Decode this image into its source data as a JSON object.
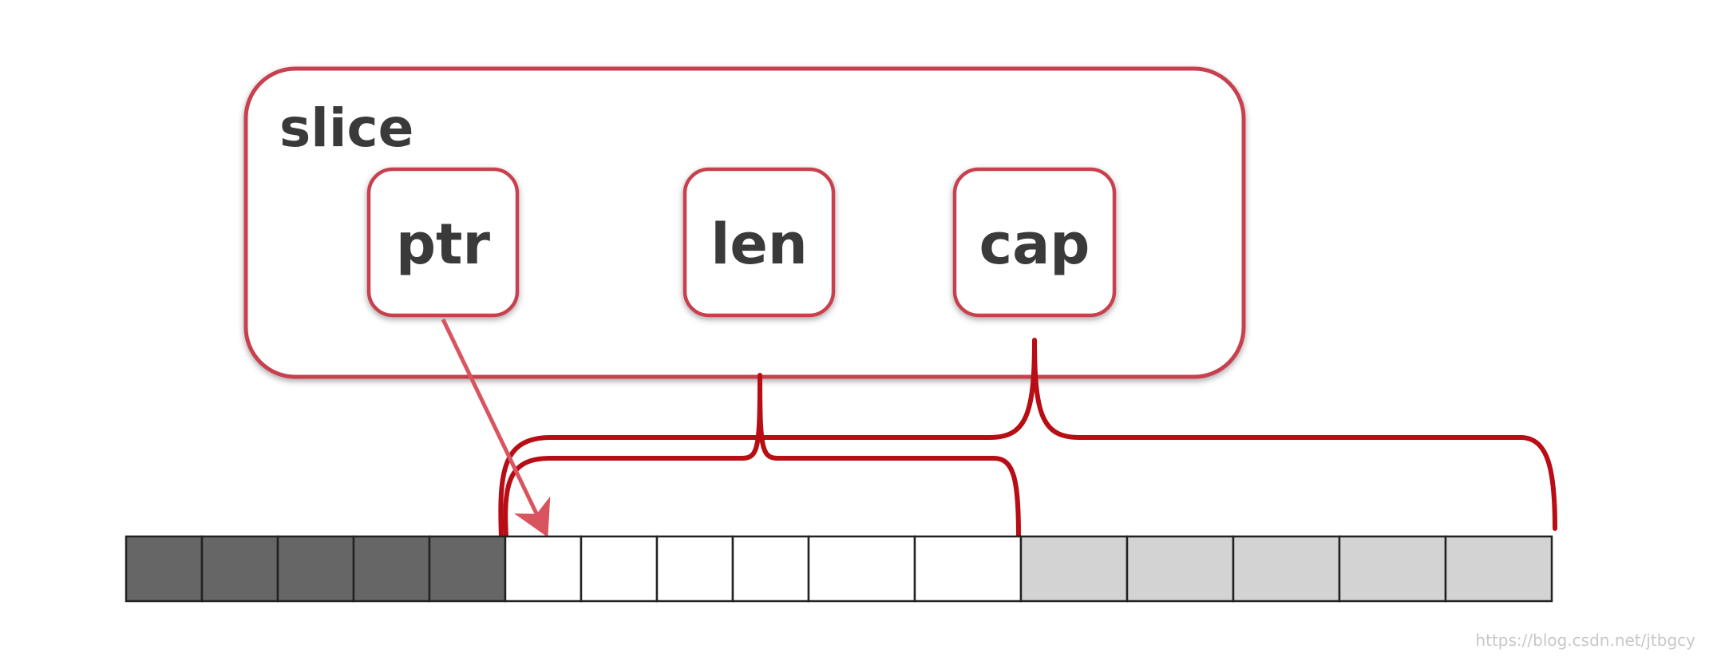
{
  "slice": {
    "title": "slice",
    "fields": [
      {
        "key": "ptr",
        "label": "ptr"
      },
      {
        "key": "len",
        "label": "len"
      },
      {
        "key": "cap",
        "label": "cap"
      }
    ]
  },
  "array": {
    "cell_states": [
      "before",
      "before",
      "before",
      "before",
      "before",
      "len",
      "len",
      "len",
      "len",
      "len",
      "len",
      "cap",
      "cap",
      "cap",
      "cap",
      "cap"
    ]
  },
  "colors": {
    "slice_border": "#c8414d",
    "bracket": "#b80d14",
    "arrow": "#d9545e",
    "text": "#3a3a3a",
    "cell_before": "#666666",
    "cell_len": "#ffffff",
    "cell_cap": "#d3d3d3",
    "cell_border": "#222222"
  },
  "watermark": "https://blog.csdn.net/jtbgcy"
}
